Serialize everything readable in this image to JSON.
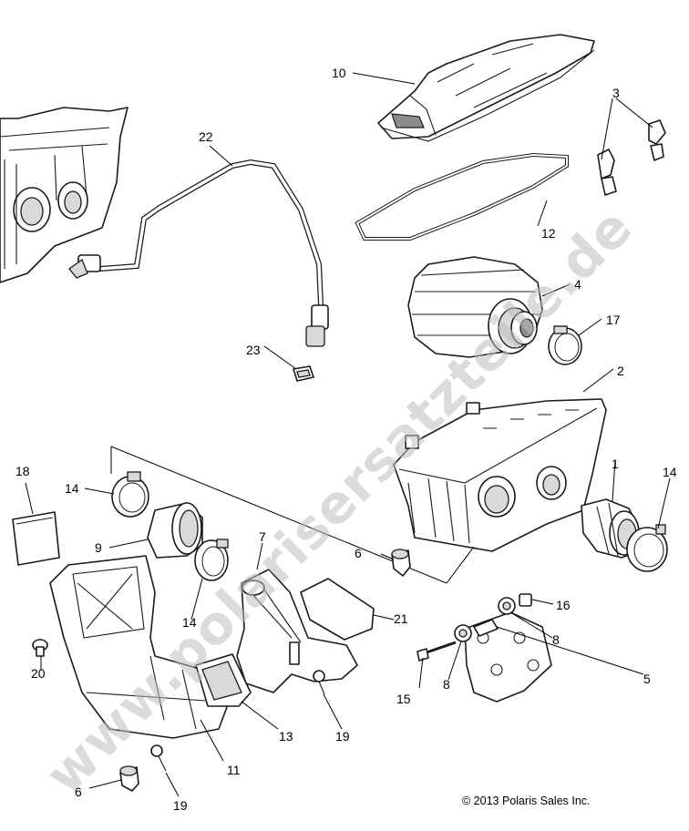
{
  "callouts": {
    "c1": "1",
    "c2": "2",
    "c3": "3",
    "c4": "4",
    "c5": "5",
    "c6a": "6",
    "c6b": "6",
    "c7": "7",
    "c8a": "8",
    "c8b": "8",
    "c9": "9",
    "c10": "10",
    "c11": "11",
    "c12": "12",
    "c13": "13",
    "c14a": "14",
    "c14b": "14",
    "c14c": "14",
    "c15": "15",
    "c16": "16",
    "c17": "17",
    "c18": "18",
    "c19a": "19",
    "c19b": "19",
    "c20": "20",
    "c21": "21",
    "c22": "22",
    "c23": "23"
  },
  "watermark": "www.polarisersatzteile.de",
  "copyright": "© 2013 Polaris Sales Inc.",
  "colors": {
    "line": "#1a1a1a",
    "watermark": "#bdbdbd",
    "background": "#ffffff"
  }
}
